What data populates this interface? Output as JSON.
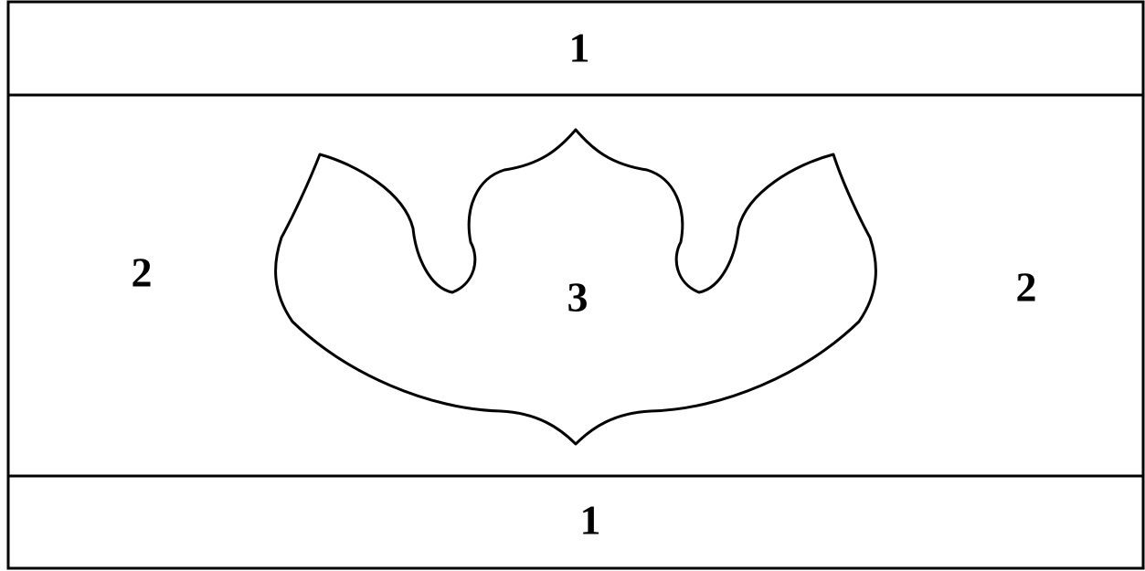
{
  "diagram": {
    "labels": {
      "top_band": "1",
      "bottom_band": "1",
      "left_field": "2",
      "right_field": "2",
      "center_motif": "3"
    },
    "colors": {
      "stroke": "#000000",
      "background": "#ffffff"
    }
  }
}
